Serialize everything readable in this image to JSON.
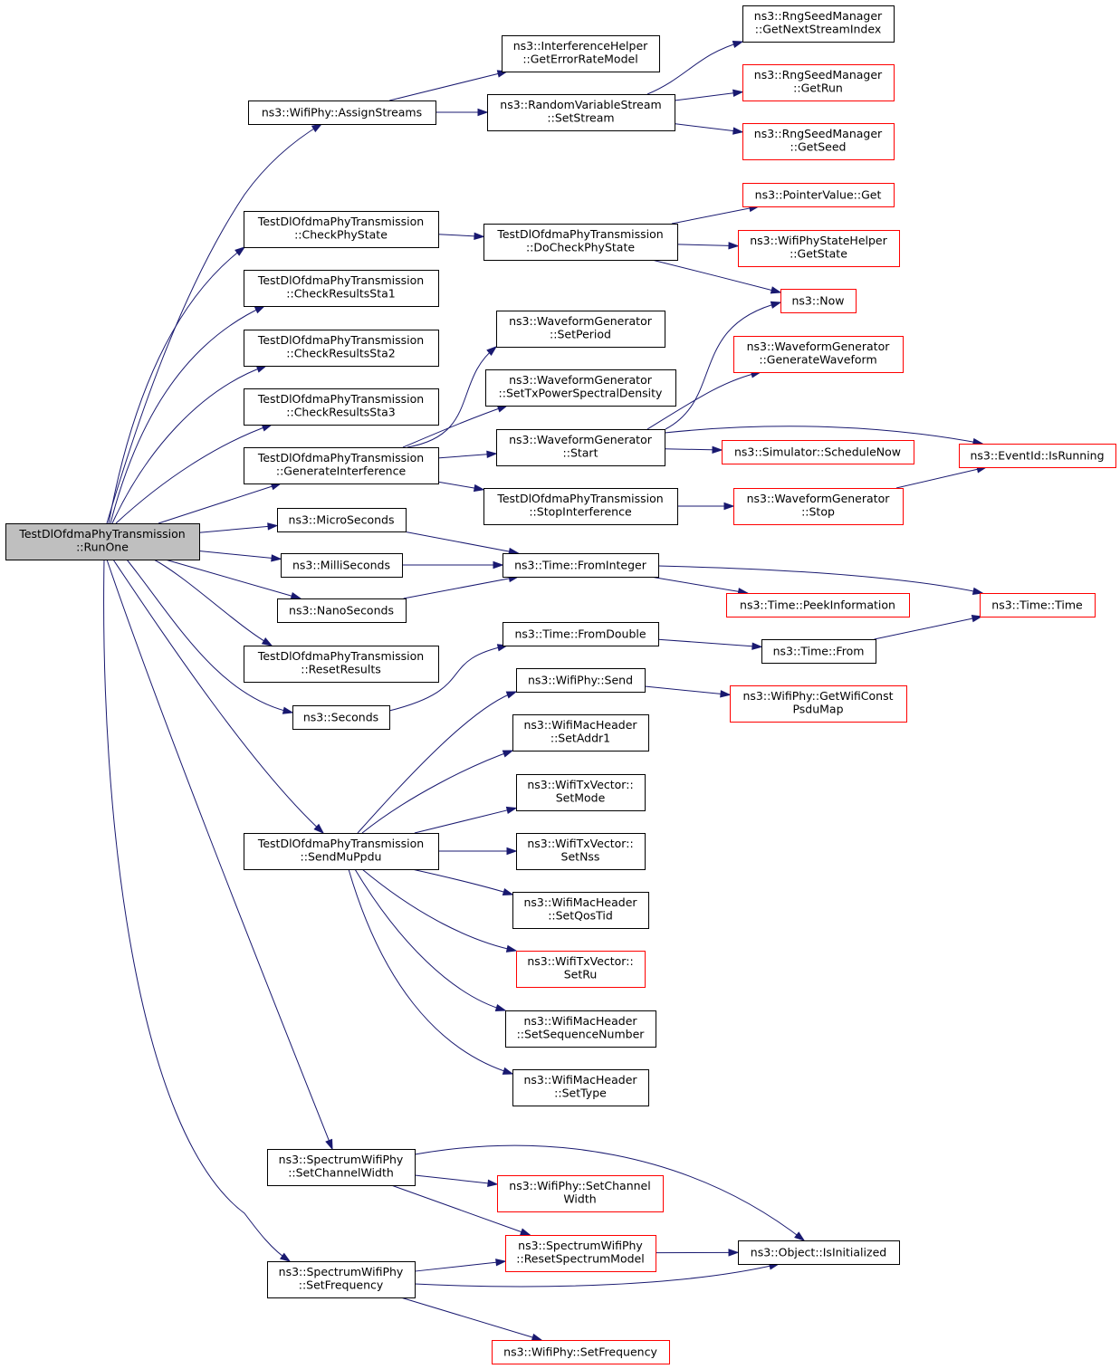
{
  "colors": {
    "edge": "#191970",
    "node_border": "#000000",
    "node_border_truncated": "#ff0000",
    "root_fill": "#bfbfbf"
  },
  "nodes": {
    "runone": {
      "lines": [
        "TestDlOfdmaPhyTransmission",
        "::RunOne"
      ],
      "style": "root"
    },
    "assignstreams": {
      "lines": [
        "ns3::WifiPhy::AssignStreams"
      ],
      "style": "normal"
    },
    "geterrorratemodel": {
      "lines": [
        "ns3::InterferenceHelper",
        "::GetErrorRateModel"
      ],
      "style": "normal"
    },
    "setstream": {
      "lines": [
        "ns3::RandomVariableStream",
        "::SetStream"
      ],
      "style": "normal"
    },
    "getnextstreamindex": {
      "lines": [
        "ns3::RngSeedManager",
        "::GetNextStreamIndex"
      ],
      "style": "normal"
    },
    "getrun": {
      "lines": [
        "ns3::RngSeedManager",
        "::GetRun"
      ],
      "style": "red"
    },
    "getseed": {
      "lines": [
        "ns3::RngSeedManager",
        "::GetSeed"
      ],
      "style": "red"
    },
    "checkphystate": {
      "lines": [
        "TestDlOfdmaPhyTransmission",
        "::CheckPhyState"
      ],
      "style": "normal"
    },
    "docheckphystate": {
      "lines": [
        "TestDlOfdmaPhyTransmission",
        "::DoCheckPhyState"
      ],
      "style": "normal"
    },
    "pointervalueget": {
      "lines": [
        "ns3::PointerValue::Get"
      ],
      "style": "red"
    },
    "getstate": {
      "lines": [
        "ns3::WifiPhyStateHelper",
        "::GetState"
      ],
      "style": "red"
    },
    "now": {
      "lines": [
        "ns3::Now"
      ],
      "style": "red"
    },
    "checkresultssta1": {
      "lines": [
        "TestDlOfdmaPhyTransmission",
        "::CheckResultsSta1"
      ],
      "style": "normal"
    },
    "checkresultssta2": {
      "lines": [
        "TestDlOfdmaPhyTransmission",
        "::CheckResultsSta2"
      ],
      "style": "normal"
    },
    "checkresultssta3": {
      "lines": [
        "TestDlOfdmaPhyTransmission",
        "::CheckResultsSta3"
      ],
      "style": "normal"
    },
    "setperiod": {
      "lines": [
        "ns3::WaveformGenerator",
        "::SetPeriod"
      ],
      "style": "normal"
    },
    "generatewaveform": {
      "lines": [
        "ns3::WaveformGenerator",
        "::GenerateWaveform"
      ],
      "style": "red"
    },
    "settxpsd": {
      "lines": [
        "ns3::WaveformGenerator",
        "::SetTxPowerSpectralDensity"
      ],
      "style": "normal"
    },
    "generateinterference": {
      "lines": [
        "TestDlOfdmaPhyTransmission",
        "::GenerateInterference"
      ],
      "style": "normal"
    },
    "wgstart": {
      "lines": [
        "ns3::WaveformGenerator",
        "::Start"
      ],
      "style": "normal"
    },
    "schedulenow": {
      "lines": [
        "ns3::Simulator::ScheduleNow"
      ],
      "style": "red"
    },
    "isrunning": {
      "lines": [
        "ns3::EventId::IsRunning"
      ],
      "style": "red"
    },
    "stopinterference": {
      "lines": [
        "TestDlOfdmaPhyTransmission",
        "::StopInterference"
      ],
      "style": "normal"
    },
    "wgstop": {
      "lines": [
        "ns3::WaveformGenerator",
        "::Stop"
      ],
      "style": "red"
    },
    "microseconds": {
      "lines": [
        "ns3::MicroSeconds"
      ],
      "style": "normal"
    },
    "milliseconds": {
      "lines": [
        "ns3::MilliSeconds"
      ],
      "style": "normal"
    },
    "nanoseconds": {
      "lines": [
        "ns3::NanoSeconds"
      ],
      "style": "normal"
    },
    "frominteger": {
      "lines": [
        "ns3::Time::FromInteger"
      ],
      "style": "normal"
    },
    "peekinformation": {
      "lines": [
        "ns3::Time::PeekInformation"
      ],
      "style": "red"
    },
    "timetime": {
      "lines": [
        "ns3::Time::Time"
      ],
      "style": "red"
    },
    "resetresults": {
      "lines": [
        "TestDlOfdmaPhyTransmission",
        "::ResetResults"
      ],
      "style": "normal"
    },
    "fromdouble": {
      "lines": [
        "ns3::Time::FromDouble"
      ],
      "style": "normal"
    },
    "timefrom": {
      "lines": [
        "ns3::Time::From"
      ],
      "style": "normal"
    },
    "seconds": {
      "lines": [
        "ns3::Seconds"
      ],
      "style": "normal"
    },
    "wifiphysend": {
      "lines": [
        "ns3::WifiPhy::Send"
      ],
      "style": "normal"
    },
    "getwificonstpsdumap": {
      "lines": [
        "ns3::WifiPhy::GetWifiConst",
        "PsduMap"
      ],
      "style": "red"
    },
    "setaddr1": {
      "lines": [
        "ns3::WifiMacHeader",
        "::SetAddr1"
      ],
      "style": "normal"
    },
    "setmode": {
      "lines": [
        "ns3::WifiTxVector::",
        "SetMode"
      ],
      "style": "normal"
    },
    "sendmuppdu": {
      "lines": [
        "TestDlOfdmaPhyTransmission",
        "::SendMuPpdu"
      ],
      "style": "normal"
    },
    "setnss": {
      "lines": [
        "ns3::WifiTxVector::",
        "SetNss"
      ],
      "style": "normal"
    },
    "setqostid": {
      "lines": [
        "ns3::WifiMacHeader",
        "::SetQosTid"
      ],
      "style": "normal"
    },
    "setru": {
      "lines": [
        "ns3::WifiTxVector::",
        "SetRu"
      ],
      "style": "red"
    },
    "setsequencenumber": {
      "lines": [
        "ns3::WifiMacHeader",
        "::SetSequenceNumber"
      ],
      "style": "normal"
    },
    "settype": {
      "lines": [
        "ns3::WifiMacHeader",
        "::SetType"
      ],
      "style": "normal"
    },
    "spectrumsetchannelwidth": {
      "lines": [
        "ns3::SpectrumWifiPhy",
        "::SetChannelWidth"
      ],
      "style": "normal"
    },
    "wifiphysetchannelwidth": {
      "lines": [
        "ns3::WifiPhy::SetChannel",
        "Width"
      ],
      "style": "red"
    },
    "resetspectrummodel": {
      "lines": [
        "ns3::SpectrumWifiPhy",
        "::ResetSpectrumModel"
      ],
      "style": "red"
    },
    "isinitialized": {
      "lines": [
        "ns3::Object::IsInitialized"
      ],
      "style": "normal"
    },
    "spectrumsetfrequency": {
      "lines": [
        "ns3::SpectrumWifiPhy",
        "::SetFrequency"
      ],
      "style": "normal"
    },
    "wifiphysetfrequency": {
      "lines": [
        "ns3::WifiPhy::SetFrequency"
      ],
      "style": "red"
    }
  },
  "edges": [
    [
      "runone",
      "assignstreams"
    ],
    [
      "runone",
      "checkphystate"
    ],
    [
      "runone",
      "checkresultssta1"
    ],
    [
      "runone",
      "checkresultssta2"
    ],
    [
      "runone",
      "checkresultssta3"
    ],
    [
      "runone",
      "generateinterference"
    ],
    [
      "runone",
      "microseconds"
    ],
    [
      "runone",
      "milliseconds"
    ],
    [
      "runone",
      "nanoseconds"
    ],
    [
      "runone",
      "resetresults"
    ],
    [
      "runone",
      "seconds"
    ],
    [
      "runone",
      "sendmuppdu"
    ],
    [
      "runone",
      "spectrumsetchannelwidth"
    ],
    [
      "runone",
      "spectrumsetfrequency"
    ],
    [
      "assignstreams",
      "geterrorratemodel"
    ],
    [
      "assignstreams",
      "setstream"
    ],
    [
      "setstream",
      "getnextstreamindex"
    ],
    [
      "setstream",
      "getrun"
    ],
    [
      "setstream",
      "getseed"
    ],
    [
      "checkphystate",
      "docheckphystate"
    ],
    [
      "docheckphystate",
      "pointervalueget"
    ],
    [
      "docheckphystate",
      "getstate"
    ],
    [
      "docheckphystate",
      "now"
    ],
    [
      "generateinterference",
      "setperiod"
    ],
    [
      "generateinterference",
      "settxpsd"
    ],
    [
      "generateinterference",
      "wgstart"
    ],
    [
      "generateinterference",
      "stopinterference"
    ],
    [
      "wgstart",
      "now"
    ],
    [
      "wgstart",
      "generatewaveform"
    ],
    [
      "wgstart",
      "isrunning"
    ],
    [
      "wgstart",
      "schedulenow"
    ],
    [
      "stopinterference",
      "wgstop"
    ],
    [
      "wgstop",
      "isrunning"
    ],
    [
      "microseconds",
      "frominteger"
    ],
    [
      "milliseconds",
      "frominteger"
    ],
    [
      "nanoseconds",
      "frominteger"
    ],
    [
      "frominteger",
      "peekinformation"
    ],
    [
      "frominteger",
      "timetime"
    ],
    [
      "seconds",
      "fromdouble"
    ],
    [
      "fromdouble",
      "timefrom"
    ],
    [
      "timefrom",
      "timetime"
    ],
    [
      "sendmuppdu",
      "wifiphysend"
    ],
    [
      "sendmuppdu",
      "setaddr1"
    ],
    [
      "sendmuppdu",
      "setmode"
    ],
    [
      "sendmuppdu",
      "setnss"
    ],
    [
      "sendmuppdu",
      "setqostid"
    ],
    [
      "sendmuppdu",
      "setru"
    ],
    [
      "sendmuppdu",
      "setsequencenumber"
    ],
    [
      "sendmuppdu",
      "settype"
    ],
    [
      "wifiphysend",
      "getwificonstpsdumap"
    ],
    [
      "spectrumsetchannelwidth",
      "wifiphysetchannelwidth"
    ],
    [
      "spectrumsetchannelwidth",
      "resetspectrummodel"
    ],
    [
      "spectrumsetchannelwidth",
      "isinitialized"
    ],
    [
      "resetspectrummodel",
      "isinitialized"
    ],
    [
      "spectrumsetfrequency",
      "resetspectrummodel"
    ],
    [
      "spectrumsetfrequency",
      "isinitialized"
    ],
    [
      "spectrumsetfrequency",
      "wifiphysetfrequency"
    ]
  ]
}
